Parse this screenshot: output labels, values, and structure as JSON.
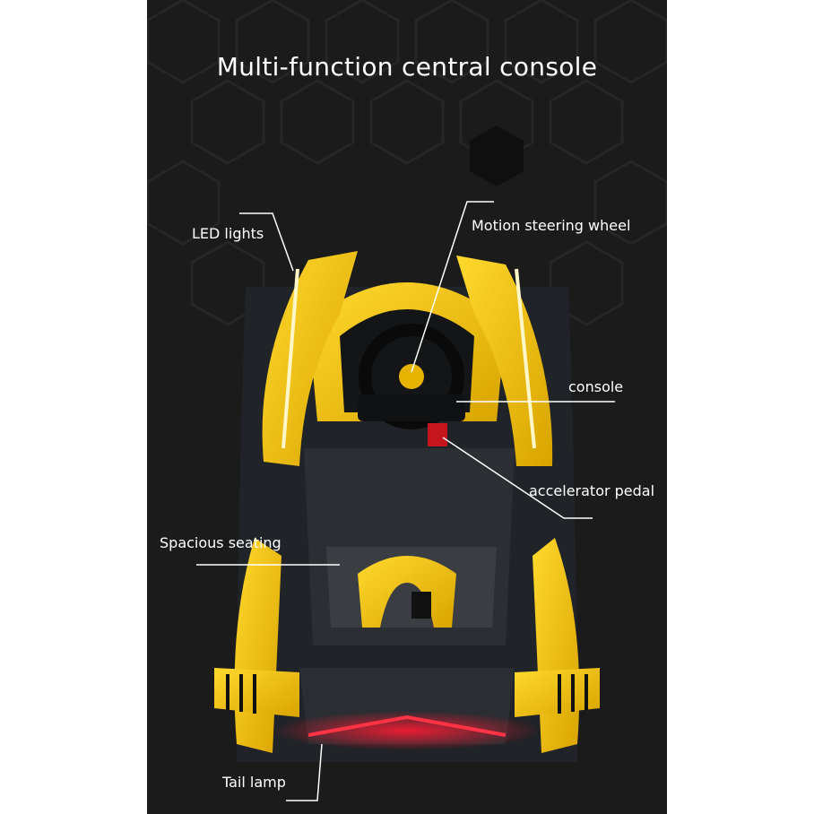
{
  "title": "Multi-function central console",
  "callouts": {
    "led_lights": "LED lights",
    "steering": "Motion steering wheel",
    "console": "console",
    "accelerator": "accelerator pedal",
    "seating": "Spacious seating",
    "tail_lamp": "Tail lamp"
  },
  "colors": {
    "background": "#1b1b1b",
    "car_body": "#f2c200",
    "tail_light": "#e0102a",
    "text": "#ffffff"
  }
}
